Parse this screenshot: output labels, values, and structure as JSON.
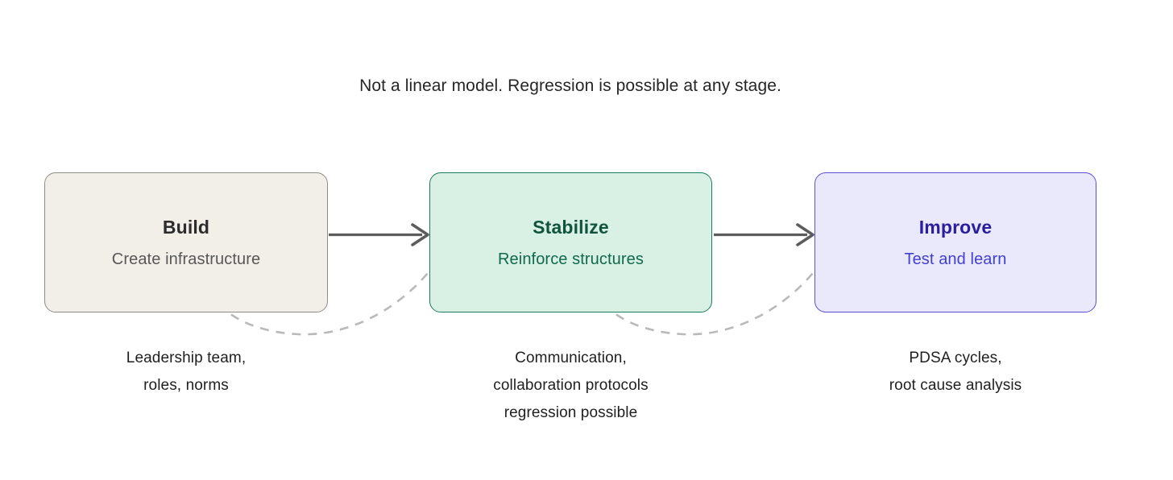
{
  "headline": "Not a linear model. Regression is possible at any stage.",
  "colors": {
    "background": "#ffffff",
    "headline_text": "#262626",
    "arrow": "#5c5c5c",
    "regression_curve": "#b9b9b9",
    "build_fill": "#f2efe9",
    "build_border": "#8d8d88",
    "build_title_text": "#2c2c2c",
    "build_sub_text": "#575757",
    "stabilize_fill": "#d9f0e5",
    "stabilize_border": "#1a7a5e",
    "stabilize_title_text": "#11543e",
    "stabilize_sub_text": "#11694d",
    "improve_fill": "#e9e9fb",
    "improve_border": "#5b4fd6",
    "improve_title_text": "#2a1d9e",
    "improve_sub_text": "#4340cf",
    "note_text": "#1f1f1f"
  },
  "stages": [
    {
      "id": "build",
      "title": "Build",
      "subtitle": "Create infrastructure",
      "note_lines": [
        "Leadership team,",
        "roles, norms"
      ]
    },
    {
      "id": "stabilize",
      "title": "Stabilize",
      "subtitle": "Reinforce structures",
      "note_lines": [
        "Communication,",
        "collaboration protocols",
        "regression possible"
      ]
    },
    {
      "id": "improve",
      "title": "Improve",
      "subtitle": "Test and learn",
      "note_lines": [
        "PDSA cycles,",
        "root cause analysis"
      ]
    }
  ],
  "connectors": {
    "forward_arrows": [
      {
        "id": "build-to-stabilize",
        "style": "solid",
        "direction": "forward"
      },
      {
        "id": "stabilize-to-improve",
        "style": "solid",
        "direction": "forward"
      }
    ],
    "regression_curves": [
      {
        "id": "stabilize-back-to-build",
        "style": "dashed",
        "direction": "backward"
      },
      {
        "id": "improve-back-to-stabilize",
        "style": "dashed",
        "direction": "backward"
      }
    ]
  }
}
